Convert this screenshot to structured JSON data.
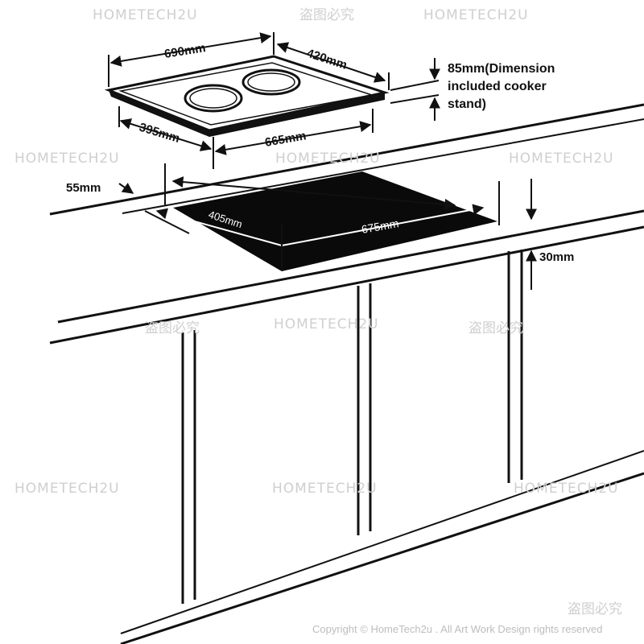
{
  "diagram": {
    "hob_dimensions": {
      "length": "690mm",
      "width": "420mm",
      "inner_length": "665mm",
      "inner_width": "395mm",
      "height_note": "85mm(Dimension included cooker stand)",
      "height_note_lines": [
        "85mm(Dimension",
        "included cooker",
        "stand)"
      ]
    },
    "cutout_dimensions": {
      "edge_margin": "55mm",
      "cutout_width": "405mm",
      "cutout_length": "675mm",
      "counter_thickness": "30mm"
    }
  },
  "watermarks": {
    "brand": "HOMETECH2U",
    "chinese": "盗图必究"
  },
  "footer": {
    "copyright": "Copyright © HomeTech2u . All Art Work Design rights reserved"
  }
}
